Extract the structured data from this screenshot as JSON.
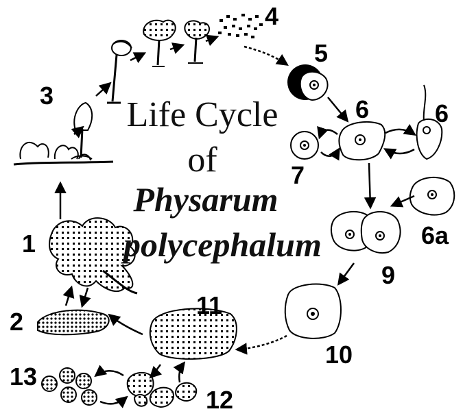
{
  "title": {
    "line1": "Life Cycle",
    "line2": "of",
    "line3": "Physarum",
    "line4": "polycephalum"
  },
  "stage_numbers": {
    "n1": "1",
    "n2": "2",
    "n3": "3",
    "n4": "4",
    "n5": "5",
    "n6": "6",
    "n6b": "6",
    "n6a": "6a",
    "n7": "7",
    "n9": "9",
    "n10": "10",
    "n11": "11",
    "n12": "12",
    "n13": "13"
  },
  "colors": {
    "ink": "#000000",
    "background": "#ffffff"
  }
}
